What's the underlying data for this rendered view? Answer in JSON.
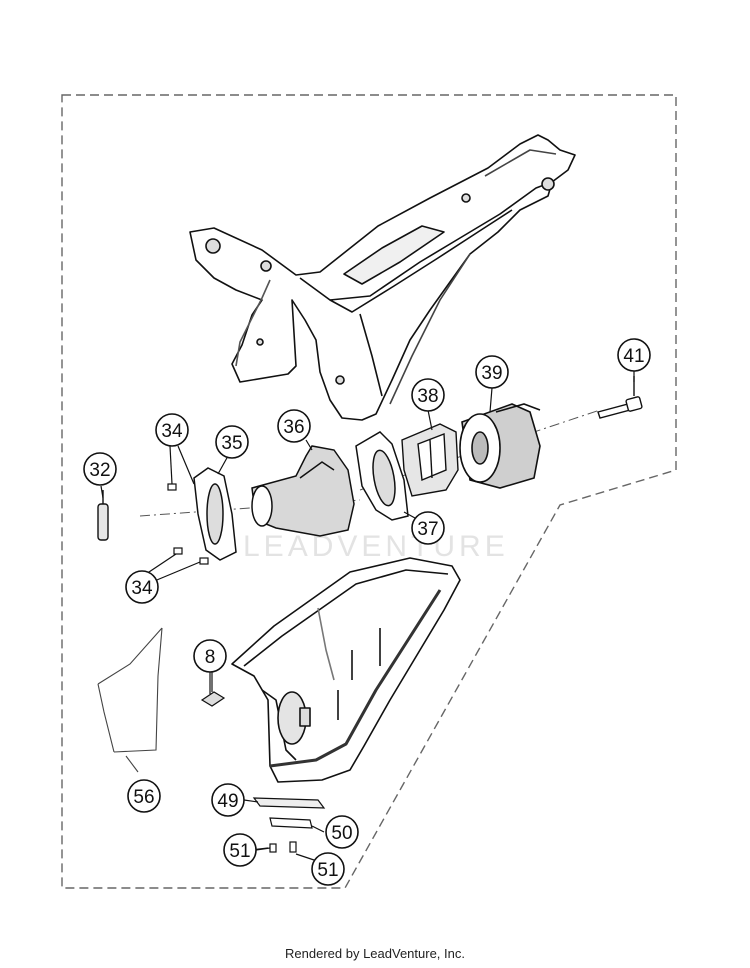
{
  "watermark": "LEADVENTURE",
  "footer": "Rendered by LeadVenture, Inc.",
  "callouts": {
    "c41": "41",
    "c39": "39",
    "c38": "38",
    "c36": "36",
    "c35": "35",
    "c34a": "34",
    "c34b": "34",
    "c32": "32",
    "c37": "37",
    "c8": "8",
    "c56": "56",
    "c49": "49",
    "c50": "50",
    "c51a": "51",
    "c51b": "51"
  }
}
